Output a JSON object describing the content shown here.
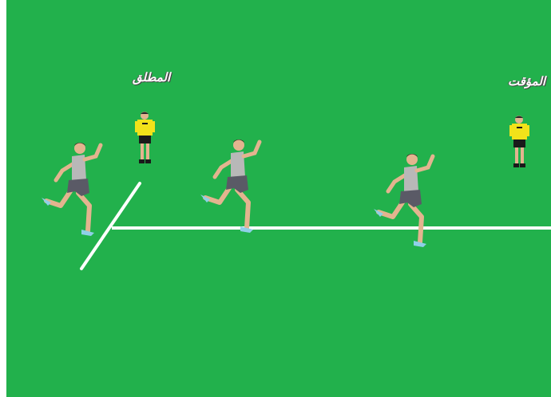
{
  "labels": {
    "starter": "المطلق",
    "timer": "المؤقت"
  },
  "colors": {
    "field": "#22b14c",
    "lane_line": "#ffffff",
    "official_shirt": "#f2e21a",
    "official_shorts": "#1a1a1a",
    "runner_shirt": "#b8b8b8",
    "runner_shorts": "#5a5a66",
    "skin": "#e3b48f",
    "shoe": "#8fd0e8"
  },
  "icons": {
    "official": "referee-figure",
    "runner": "sprinter-figure"
  }
}
